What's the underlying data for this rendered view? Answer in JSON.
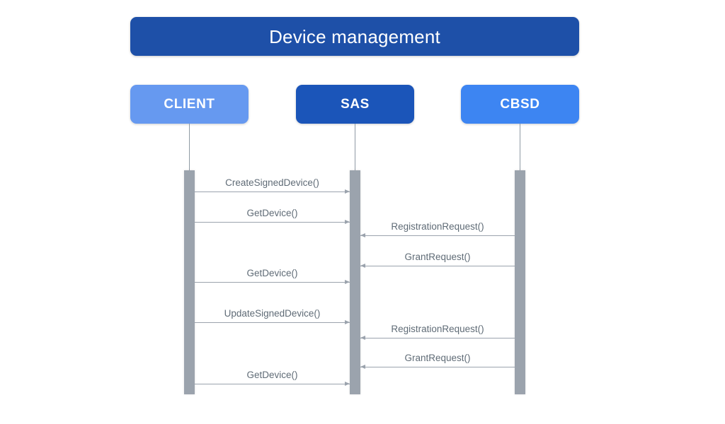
{
  "diagram": {
    "type": "sequence-diagram",
    "title": "Device management",
    "title_color": "#1e50a8",
    "lifeline_color": "#8f9aa4",
    "activation_color": "#9ba3ad",
    "message_color": "#9ba3ad",
    "message_label_color": "#5f6b76"
  },
  "actors": [
    {
      "id": "client",
      "label": "CLIENT",
      "color": "#6699f0"
    },
    {
      "id": "sas",
      "label": "SAS",
      "color": "#1b55b9"
    },
    {
      "id": "cbsd",
      "label": "CBSD",
      "color": "#3d85f2"
    }
  ],
  "messages": [
    {
      "label": "CreateSignedDevice()",
      "from": "client",
      "to": "sas",
      "direction": "right"
    },
    {
      "label": "GetDevice()",
      "from": "client",
      "to": "sas",
      "direction": "right"
    },
    {
      "label": "RegistrationRequest()",
      "from": "cbsd",
      "to": "sas",
      "direction": "left"
    },
    {
      "label": "GrantRequest()",
      "from": "cbsd",
      "to": "sas",
      "direction": "left"
    },
    {
      "label": "GetDevice()",
      "from": "client",
      "to": "sas",
      "direction": "right"
    },
    {
      "label": "UpdateSignedDevice()",
      "from": "client",
      "to": "sas",
      "direction": "right"
    },
    {
      "label": "RegistrationRequest()",
      "from": "cbsd",
      "to": "sas",
      "direction": "left"
    },
    {
      "label": "GrantRequest()",
      "from": "cbsd",
      "to": "sas",
      "direction": "left"
    },
    {
      "label": "GetDevice()",
      "from": "client",
      "to": "sas",
      "direction": "right"
    }
  ]
}
